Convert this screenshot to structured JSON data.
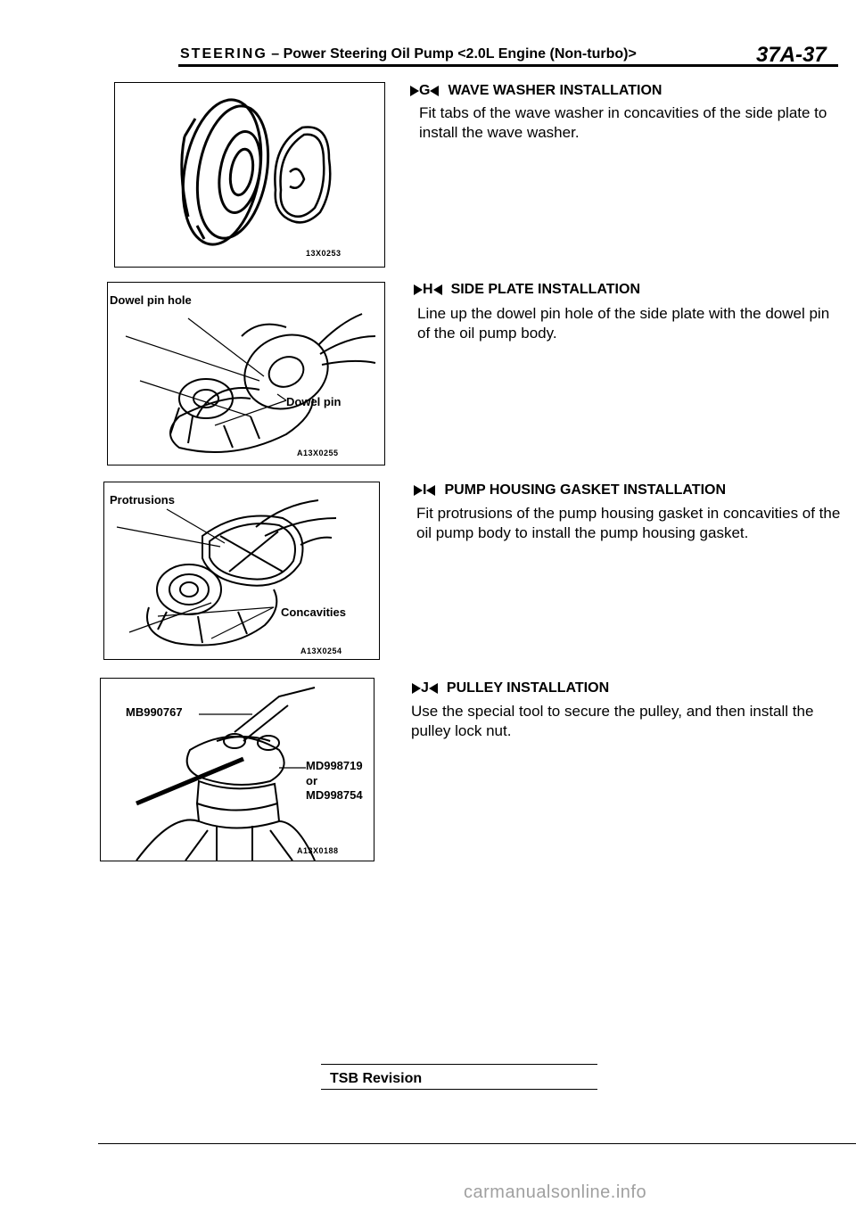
{
  "header": {
    "section": "STEERING",
    "dash": "–",
    "subtitle": "Power Steering Oil Pump <2.0L Engine (Non-turbo)>",
    "page_number": "37A-37"
  },
  "figures": [
    {
      "code": "13X0253",
      "labels": []
    },
    {
      "code": "A13X0255",
      "labels": [
        "Dowel pin hole",
        "Dowel pin"
      ]
    },
    {
      "code": "A13X0254",
      "labels": [
        "Protrusions",
        "Concavities"
      ]
    },
    {
      "code": "A13X0188",
      "labels": [
        "MB990767",
        "MD998719",
        "or",
        "MD998754"
      ]
    }
  ],
  "sections": [
    {
      "letter": "G",
      "title": "WAVE WASHER INSTALLATION",
      "body": "Fit tabs of the wave washer in concavities of the side plate to install the wave washer."
    },
    {
      "letter": "H",
      "title": "SIDE PLATE INSTALLATION",
      "body": "Line up the dowel pin hole of the side plate with the dowel pin of the oil pump body."
    },
    {
      "letter": "I",
      "title": "PUMP HOUSING GASKET INSTALLATION",
      "body": "Fit protrusions of the pump housing gasket in concavities of the oil pump body to install the pump housing gasket."
    },
    {
      "letter": "J",
      "title": "PULLEY INSTALLATION",
      "body": "Use the special tool to secure the pulley, and then install the pulley lock nut."
    }
  ],
  "footer": {
    "tsb": "TSB Revision",
    "watermark": "carmanualsonline.info"
  }
}
